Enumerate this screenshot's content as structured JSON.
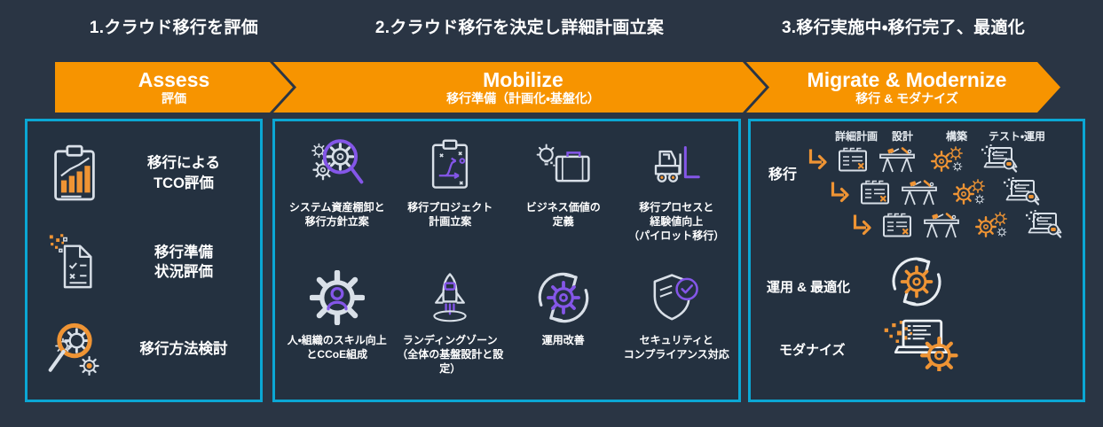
{
  "colors": {
    "background": "#2a3544",
    "panel_fill": "#243140",
    "band_orange": "#f79400",
    "border_cyan": "#0ba7d4",
    "icon_orange": "#ef9434",
    "icon_purple": "#8456e8",
    "icon_white": "#d9e0e8",
    "text_white": "#ffffff"
  },
  "phases": [
    {
      "step_title": "1.クラウド移行を評価",
      "banner_en": "Assess",
      "banner_jp": "評価"
    },
    {
      "step_title": "2.クラウド移行を決定し詳細計画立案",
      "banner_en": "Mobilize",
      "banner_jp": "移行準備（計画化・基盤化）"
    },
    {
      "step_title": "3.移行実施中・移行完了、最適化",
      "banner_en": "Migrate & Modernize",
      "banner_jp": "移行 & モダナイズ"
    }
  ],
  "assess_panel": {
    "items": [
      {
        "icon": "clipboard-bar-chart-icon",
        "label": "移行による\nTCO評価"
      },
      {
        "icon": "document-checklist-icon",
        "label": "移行準備\n状況評価"
      },
      {
        "icon": "magnifier-gears-icon",
        "label": "移行方法検討"
      }
    ]
  },
  "mobilize_panel": {
    "items": [
      {
        "icon": "discovery-magnifier-gears-icon",
        "label": "システム資産棚卸と\n移行方針立案"
      },
      {
        "icon": "clipboard-route-icon",
        "label": "移行プロジェクト\n計画立案"
      },
      {
        "icon": "bulb-briefcase-icon",
        "label": "ビジネス価値の\n定義"
      },
      {
        "icon": "forklift-icon",
        "label": "移行プロセスと\n経験値向上\n（パイロット移行）"
      },
      {
        "icon": "gear-person-icon",
        "label": "人・組織のスキル向上\nとCCoE組成"
      },
      {
        "icon": "rocket-icon",
        "label": "ランディングゾーン\n（全体の基盤設計と設定）"
      },
      {
        "icon": "gear-cycle-icon",
        "label": "運用改善"
      },
      {
        "icon": "shield-check-icon",
        "label": "セキュリティと\nコンプライアンス対応"
      }
    ]
  },
  "migrate_panel": {
    "columns": [
      "詳細計画",
      "設計",
      "構築",
      "テスト・運用"
    ],
    "migrate_label": "移行",
    "row_icons": [
      "elbow-arrow-icon",
      "calendar-icon",
      "workbench-tools-icon",
      "gears-icon",
      "laptop-test-icon"
    ],
    "row_count": 3,
    "ops_label": "運用 & 最適化",
    "ops_icon": "gear-cycle-icon",
    "modernize_label": "モダナイズ",
    "modernize_icon": "laptop-gear-pixels-icon"
  }
}
